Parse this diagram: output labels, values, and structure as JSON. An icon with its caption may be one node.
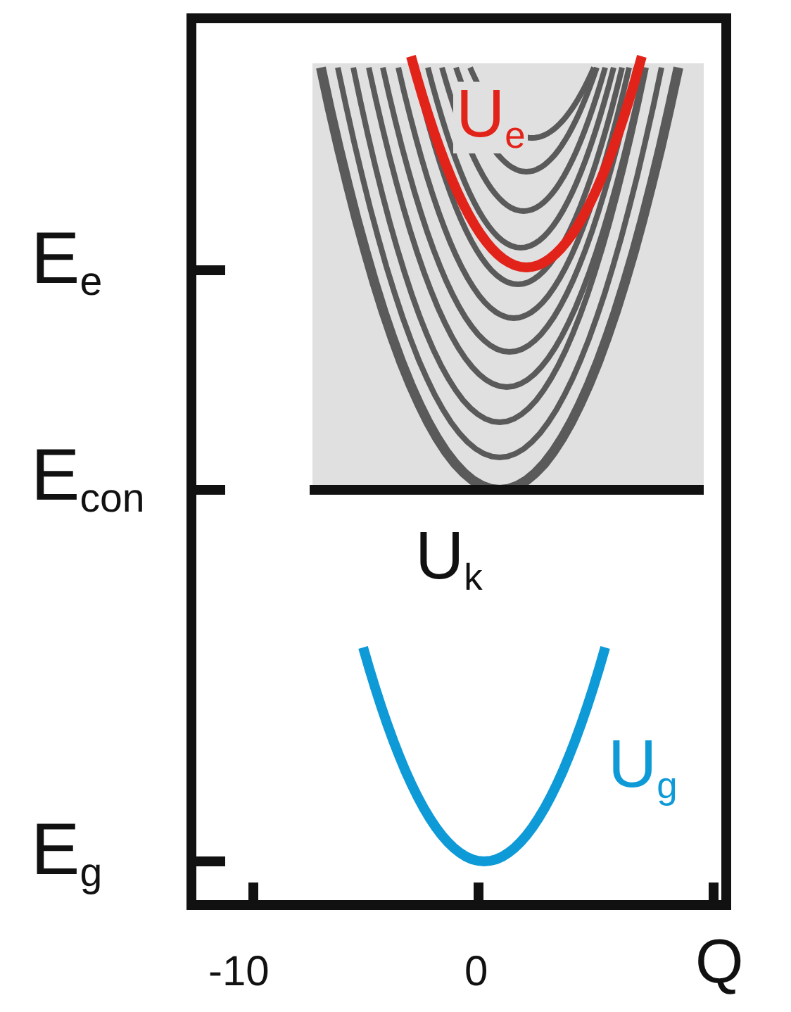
{
  "diagram": {
    "labels": [
      "U$_{e}$",
      "E$_{e}$",
      "E$_{con}$",
      "U$_{k}$",
      "U$_{g}$",
      "E$_{g}$",
      "-10",
      "0",
      "Q"
    ]
  }
}
